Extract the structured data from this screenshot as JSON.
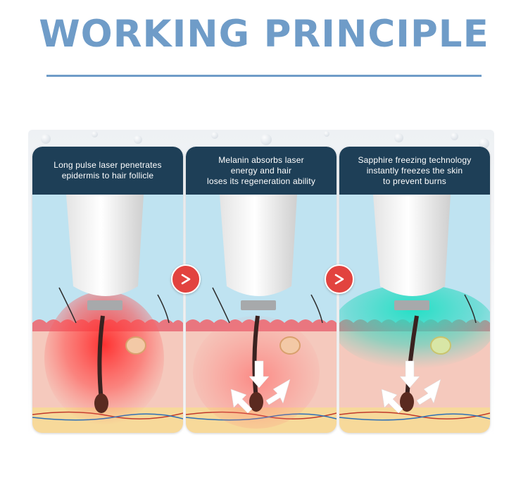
{
  "heading": "WORKING PRINCIPLE",
  "steps": [
    {
      "caption": "Long pulse laser penetrates\nepidermis to hair follicle",
      "light_color": "#ff3030"
    },
    {
      "caption": "Melanin absorbs laser\nenergy and hair\nloses its regeneration ability",
      "light_color": "#ff5a5a"
    },
    {
      "caption": "Sapphire freezing technology\ninstantly freezes the skin\nto prevent burns",
      "light_color": "#22d8c0"
    }
  ],
  "icons": [
    "chevron-right-icon",
    "chevron-right-icon",
    "laser-handpiece-icon",
    "hair-follicle-icon",
    "inward-arrows-icon"
  ],
  "colors": {
    "heading": "#6f9cc8",
    "caption_bg": "#1e3f57",
    "next_button": "#e2433f",
    "sky": "#bfe3f1",
    "skin": "#f5c9bd",
    "epidermis": "#e9767f"
  }
}
